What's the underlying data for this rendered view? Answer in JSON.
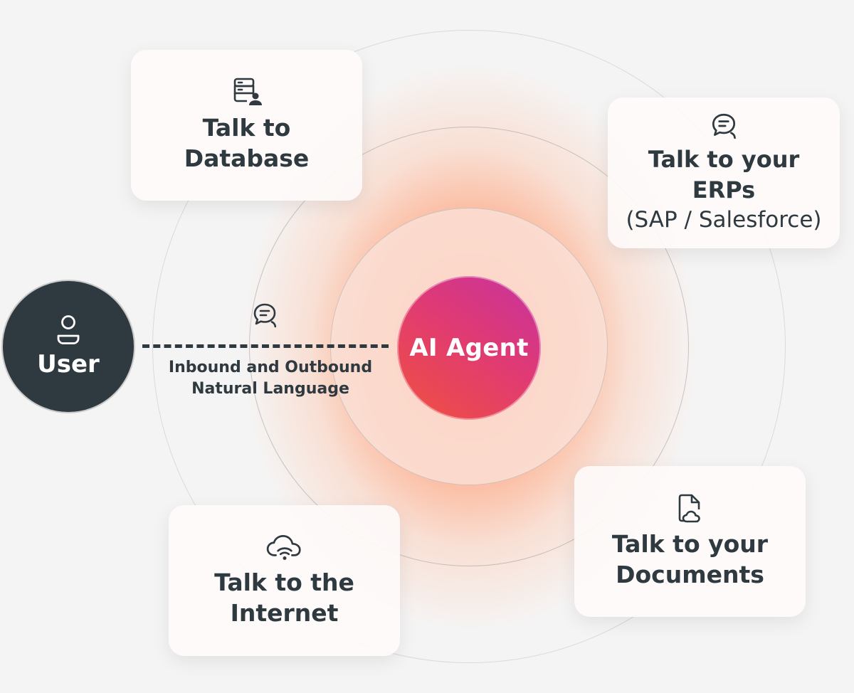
{
  "center": {
    "label": "AI Agent"
  },
  "user": {
    "label": "User",
    "icon": "user-icon"
  },
  "connection": {
    "line1": "Inbound and Outbound",
    "line2": "Natural Language",
    "icon": "chat-icon"
  },
  "cards": {
    "database": {
      "title_line1": "Talk to",
      "title_line2": "Database",
      "icon": "database-user-icon"
    },
    "erp": {
      "title_line1": "Talk to your",
      "title_line2": "ERPs",
      "subtitle": "(SAP / Salesforce)",
      "icon": "chat-icon"
    },
    "internet": {
      "title_line1": "Talk to the",
      "title_line2": "Internet",
      "icon": "cloud-wifi-icon"
    },
    "documents": {
      "title_line1": "Talk to your",
      "title_line2": "Documents",
      "icon": "document-cloud-icon"
    }
  },
  "colors": {
    "dark": "#2f3940",
    "agent_gradient_start": "#f0513f",
    "agent_gradient_end": "#c6339e",
    "glow": "#ff9670"
  }
}
